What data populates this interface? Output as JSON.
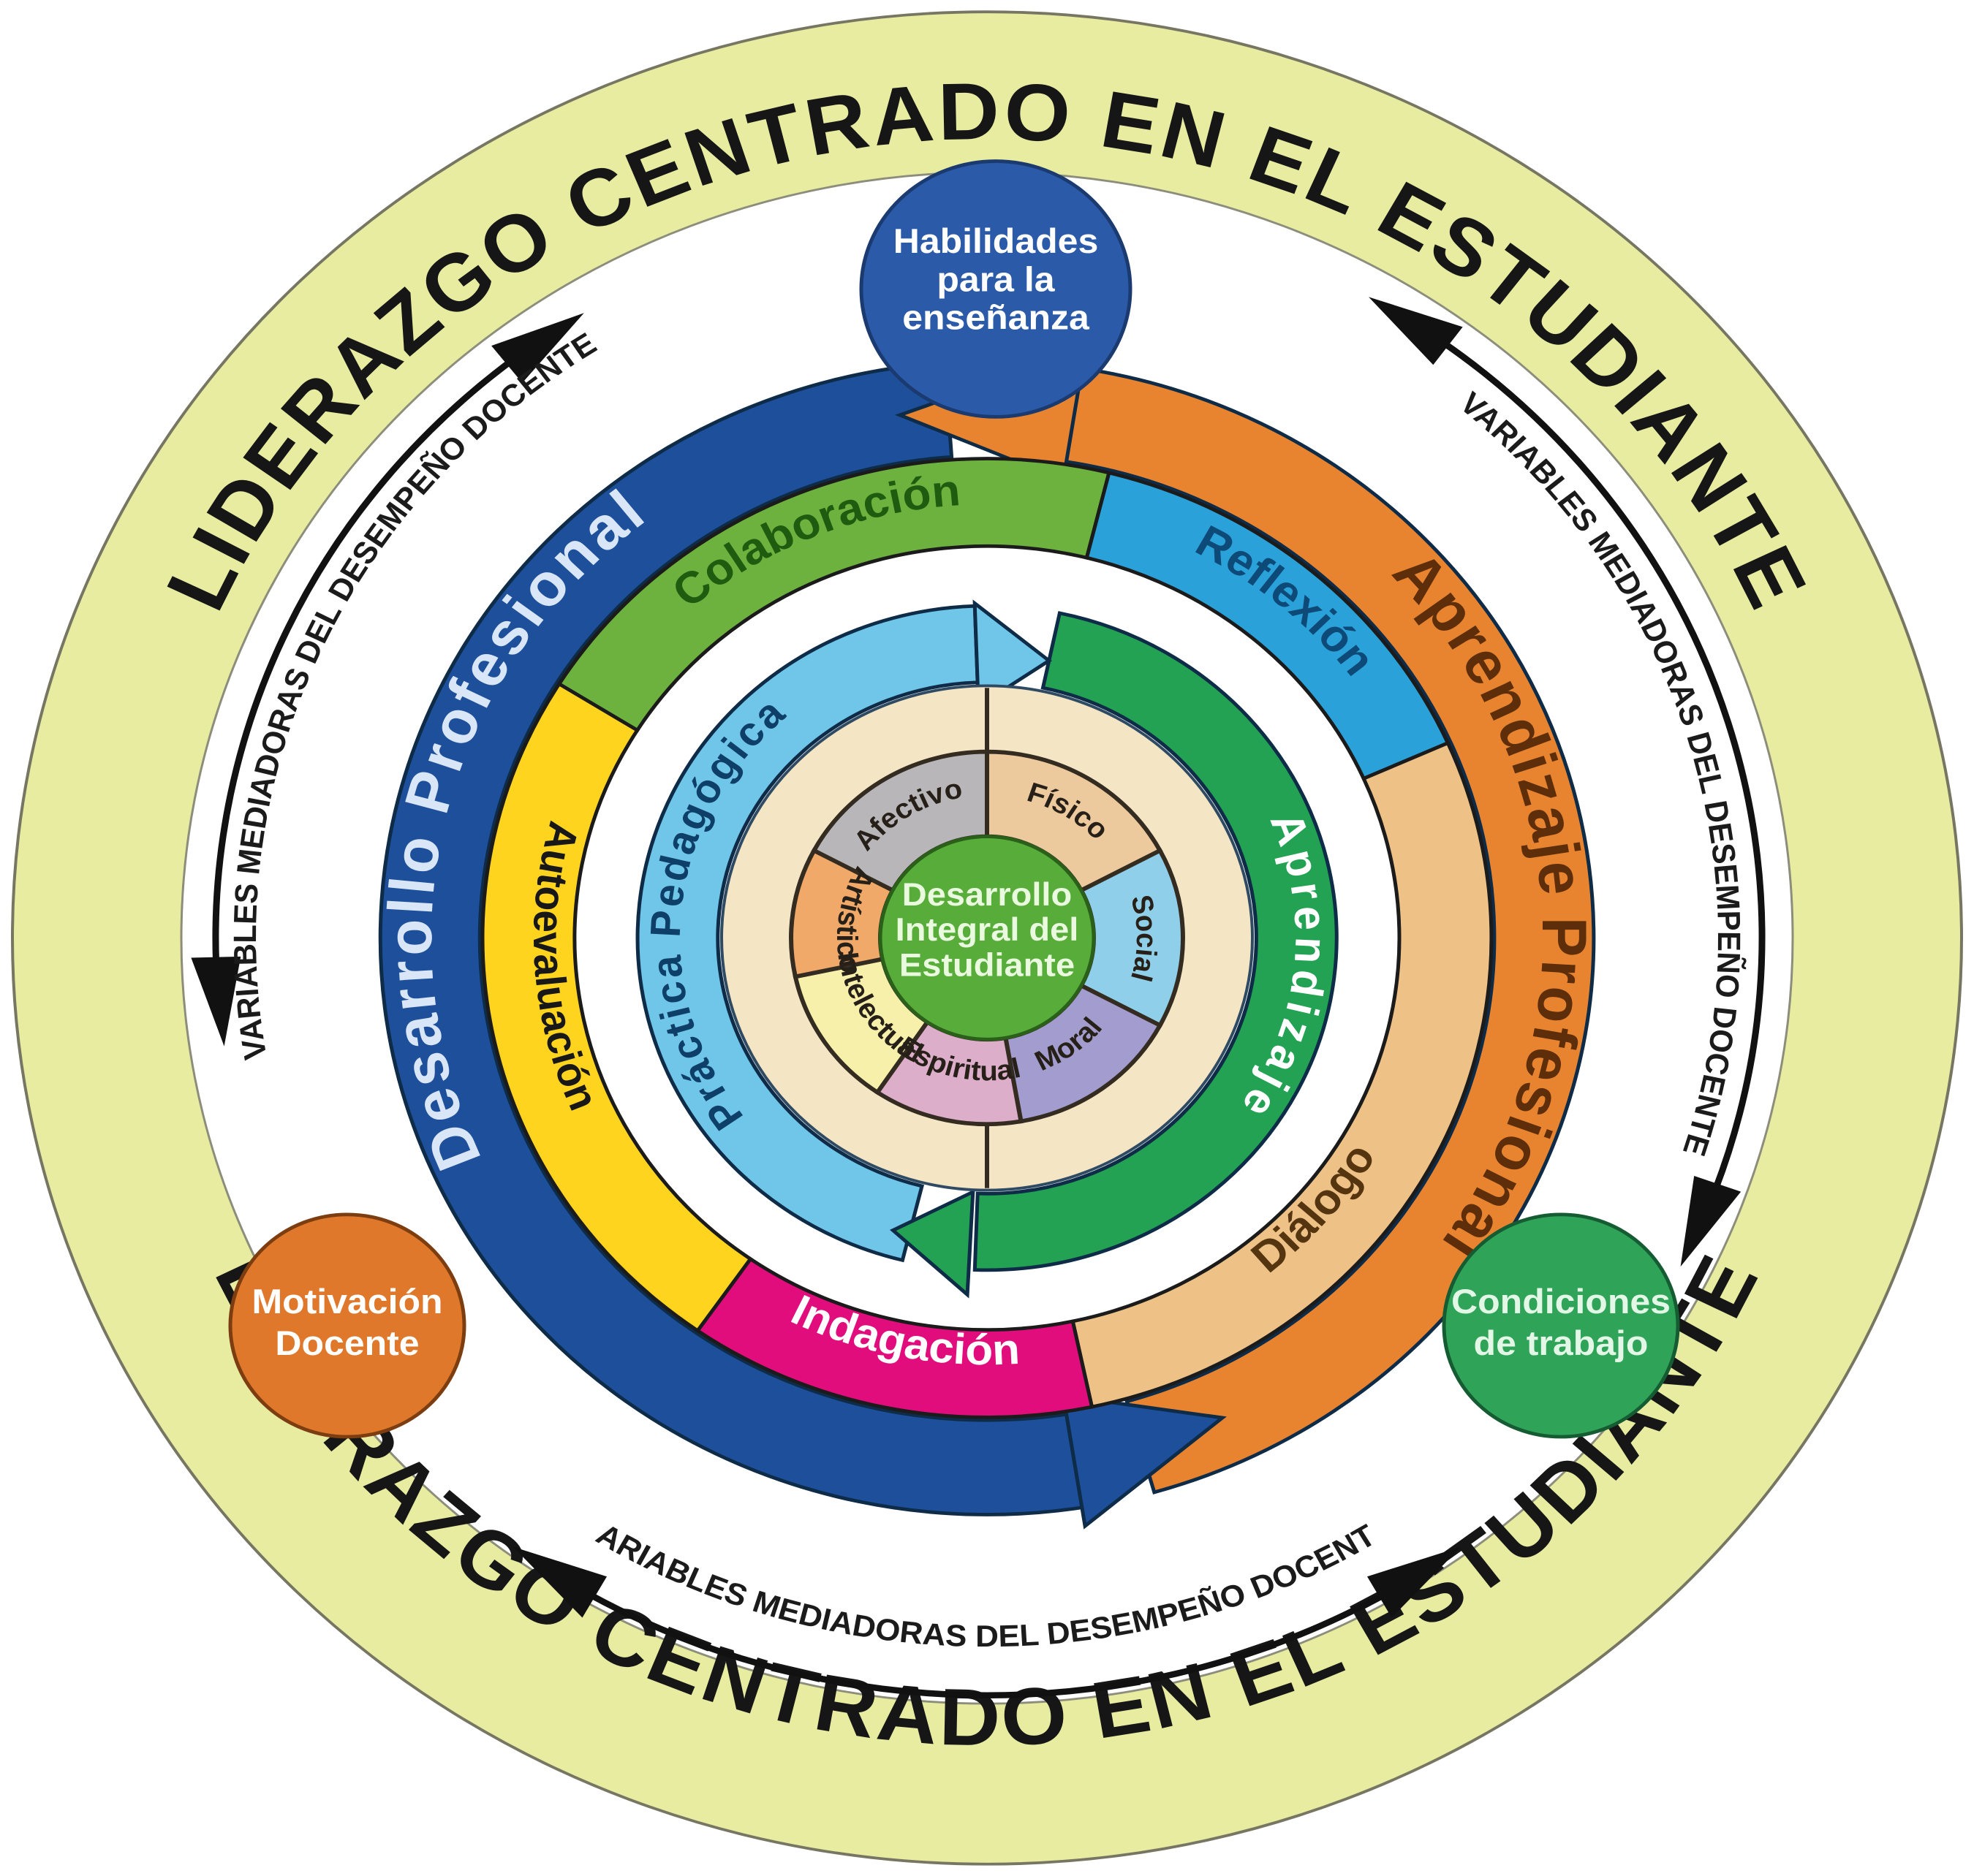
{
  "headline": {
    "top": "LIDERAZGO CENTRADO EN EL ESTUDIANTE",
    "bottom": "LIDERAZGO CENTRADO EN EL ESTUDIANTE"
  },
  "mediating": {
    "left": "VARIABLES MEDIADORAS DEL DESEMPEÑO DOCENTE",
    "right": "VARIABLES MEDIADORAS DEL DESEMPEÑO DOCENTE",
    "bottom": "VARIABLES MEDIADORAS DEL DESEMPEÑO DOCENTE"
  },
  "satellites": {
    "habilidades": {
      "lines": [
        "Habilidades",
        "para la",
        "enseñanza"
      ],
      "color": "#2b5aa9"
    },
    "motivacion": {
      "lines": [
        "Motivación",
        "Docente"
      ],
      "color": "#e0782b"
    },
    "condiciones": {
      "lines": [
        "Condiciones",
        "de trabajo"
      ],
      "color": "#2fa458"
    }
  },
  "outer_cycle": {
    "desarrollo": {
      "label": "Desarrollo Profesional",
      "color": "#1d4f9b"
    },
    "aprendizaje_profesional": {
      "label": "Aprendizaje Profesional",
      "color": "#e8842f"
    }
  },
  "middle_ring": {
    "colaboracion": {
      "label": "Colaboración",
      "color": "#6db23e"
    },
    "reflexion": {
      "label": "Reflexión",
      "color": "#2aa2d9"
    },
    "dialogo": {
      "label": "Diálogo",
      "color": "#eec287"
    },
    "indagacion": {
      "label": "Indagación",
      "color": "#e20d7d"
    },
    "autoevaluacion": {
      "label": "Autoevaluación",
      "color": "#ffd41f"
    }
  },
  "inner_cycle": {
    "practica": {
      "label": "Práctica Pedagógica",
      "color": "#70c6e9"
    },
    "aprendizaje": {
      "label": "Aprendizaje",
      "color": "#23a253"
    }
  },
  "dimensions": {
    "afectivo": {
      "label": "Afectivo",
      "color": "#b9b6b9"
    },
    "fisico": {
      "label": "Físico",
      "color": "#ecca9e"
    },
    "social": {
      "label": "Social",
      "color": "#90cfe9"
    },
    "moral": {
      "label": "Moral",
      "color": "#a39dcf"
    },
    "espiritual": {
      "label": "Espiritual",
      "color": "#dcaeca"
    },
    "intelectual": {
      "label": "Intelectual",
      "color": "#f6f0ab"
    },
    "artistico": {
      "label": "Artístico",
      "color": "#f0a968"
    }
  },
  "center": {
    "lines": [
      "Desarrollo",
      "Integral del",
      "Estudiante"
    ],
    "color": "#58ad3a"
  },
  "base_colors": {
    "outer_ring": "#e7eca1",
    "white_ring": "#ffffff",
    "cream_ring": "#f4e6c4"
  }
}
